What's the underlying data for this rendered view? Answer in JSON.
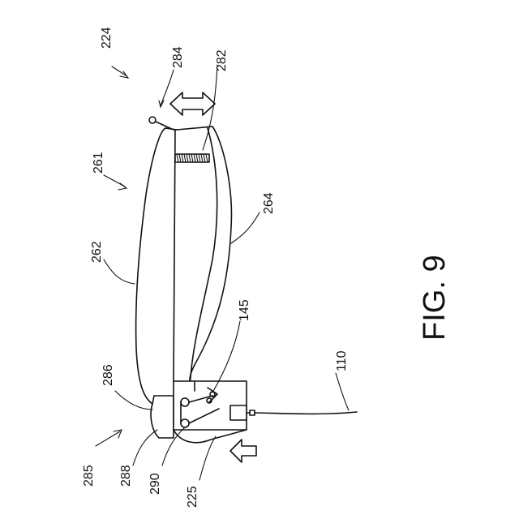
{
  "figure_label": "FIG. 9",
  "labels": {
    "l224": "224",
    "l284": "284",
    "l282": "282",
    "l261": "261",
    "l264": "264",
    "l262": "262",
    "l145": "145",
    "l286": "286",
    "l110": "110",
    "l285": "285",
    "l288": "288",
    "l290": "290",
    "l225": "225"
  }
}
